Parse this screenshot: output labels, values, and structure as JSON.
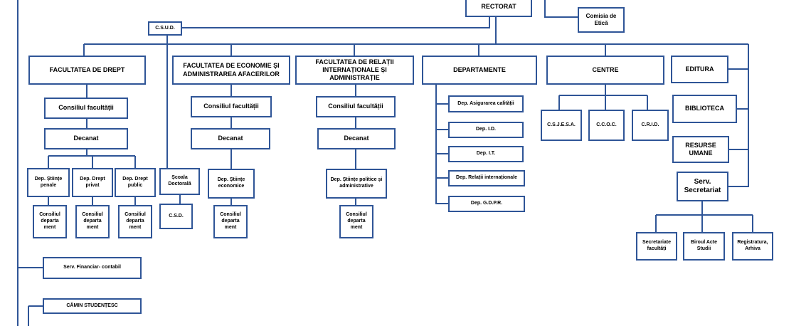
{
  "colors": {
    "line": "#2F5597",
    "box_border": "#2F5597",
    "background": "#ffffff"
  },
  "top": {
    "rectorat": "RECTORAT",
    "comisia_etica": "Comisia de Etică",
    "csud": "C.S.U.D."
  },
  "faculties": {
    "drept": {
      "title": "FACULTATEA DE DREPT",
      "consiliu": "Consiliul facultății",
      "decanat": "Decanat",
      "dep_penale": "Dep. Științe penale",
      "dep_privat": "Dep. Drept privat",
      "dep_public": "Dep. Drept public",
      "consiliu_dep": "Consiliul departa ment"
    },
    "economie": {
      "title": "FACULTATEA DE ECONOMIE ȘI ADMINISTRAREA AFACERILOR",
      "consiliu": "Consiliul facultății",
      "decanat": "Decanat",
      "dep": "Dep. Științe economice",
      "consiliu_dep": "Consiliul departa ment"
    },
    "relatii": {
      "title": "FACULTATEA DE RELAȚII INTERNAȚIONALE ȘI ADMINISTRAȚIE",
      "consiliu": "Consiliul facultății",
      "decanat": "Decanat",
      "dep": "Dep. Științe politice și administrative",
      "consiliu_dep": "Consiliul departa ment"
    }
  },
  "scoala": {
    "title": "Școala Doctorală",
    "csd": "C.S.D."
  },
  "departamente": {
    "title": "DEPARTAMENTE",
    "items": [
      "Dep. Asigurarea calității",
      "Dep. I.D.",
      "Dep. I.T.",
      "Dep. Relații internaționale",
      "Dep. G.D.P.R."
    ]
  },
  "centre": {
    "title": "CENTRE",
    "items": [
      "C.S.J.E.S.A.",
      "C.C.O.C.",
      "C.R.I.D."
    ]
  },
  "right": {
    "editura": "EDITURA",
    "biblioteca": "BIBLIOTECA",
    "resurse": "RESURSE UMANE",
    "secretariat": "Serv. Secretariat",
    "sub": [
      "Secretariate facultăți",
      "Biroul Acte Studii",
      "Registratura, Arhiva"
    ]
  },
  "bottom": {
    "financiar": "Serv. Financiar- contabil",
    "camin": "CĂMIN STUDENȚESC"
  }
}
